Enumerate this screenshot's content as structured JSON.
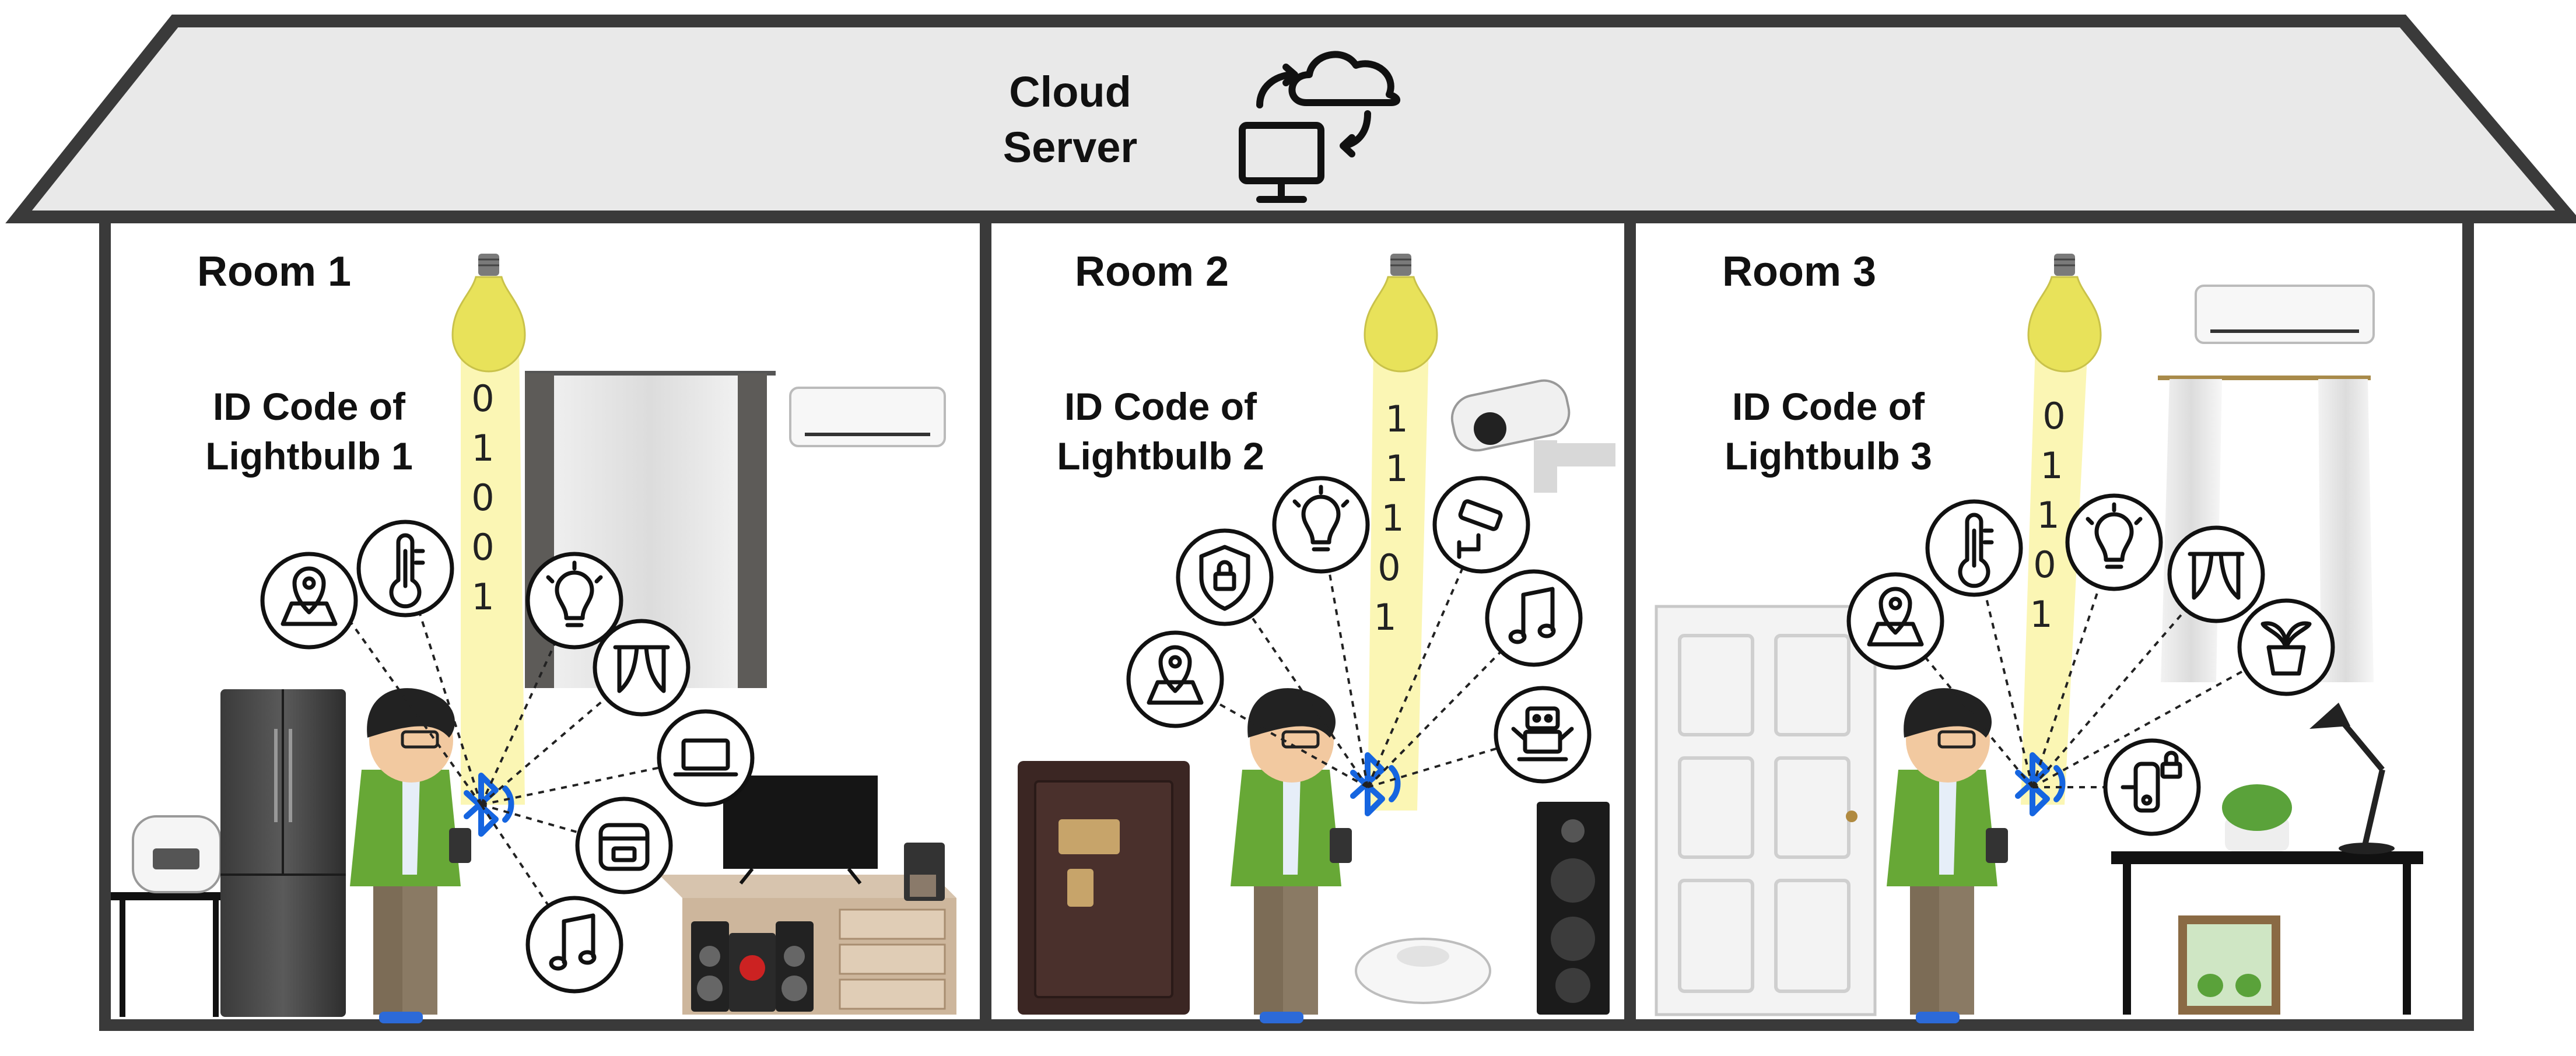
{
  "cloud": {
    "label_line1": "Cloud",
    "label_line2": "Server",
    "icon": "cloud-server-icon"
  },
  "rooms": [
    {
      "title": "Room 1",
      "id_label_line1": "ID Code of",
      "id_label_line2": "Lightbulb 1",
      "bits": [
        "0",
        "1",
        "0",
        "0",
        "1"
      ],
      "devices": [
        "map-pin-icon",
        "thermometer-icon",
        "lightbulb-icon",
        "curtain-icon",
        "laptop-icon",
        "cooker-icon",
        "music-note-icon"
      ],
      "objects": [
        "rice-cooker",
        "refrigerator",
        "side-table",
        "user-with-phone",
        "bluetooth-icon",
        "tv",
        "speakers",
        "coffee-maker",
        "cabinet",
        "air-conditioner",
        "curtains",
        "ceiling-lightbulb"
      ]
    },
    {
      "title": "Room 2",
      "id_label_line1": "ID Code of",
      "id_label_line2": "Lightbulb 2",
      "bits": [
        "1",
        "1",
        "1",
        "0",
        "1"
      ],
      "devices": [
        "map-pin-icon",
        "lock-shield-icon",
        "lightbulb-icon",
        "security-camera-icon",
        "music-note-icon",
        "robot-icon"
      ],
      "objects": [
        "safe",
        "user-with-phone",
        "bluetooth-icon",
        "robot-vacuum",
        "floor-speaker",
        "security-camera",
        "ceiling-lightbulb"
      ]
    },
    {
      "title": "Room 3",
      "id_label_line1": "ID Code of",
      "id_label_line2": "Lightbulb 3",
      "bits": [
        "0",
        "1",
        "1",
        "0",
        "1"
      ],
      "devices": [
        "map-pin-icon",
        "thermometer-icon",
        "lightbulb-icon",
        "curtain-icon",
        "plant-pot-icon",
        "smart-lock-icon"
      ],
      "objects": [
        "door",
        "user-with-phone",
        "bluetooth-icon",
        "desk",
        "desk-lamp",
        "plant",
        "plant-cabinet",
        "curtains",
        "air-conditioner",
        "ceiling-lightbulb"
      ]
    }
  ],
  "colors": {
    "roof": "#e9e9e9",
    "wall": "#3a3a3a",
    "light_beam": "#fbf6b4",
    "bulb": "#e8e25a",
    "bluetooth": "#1565e0"
  }
}
